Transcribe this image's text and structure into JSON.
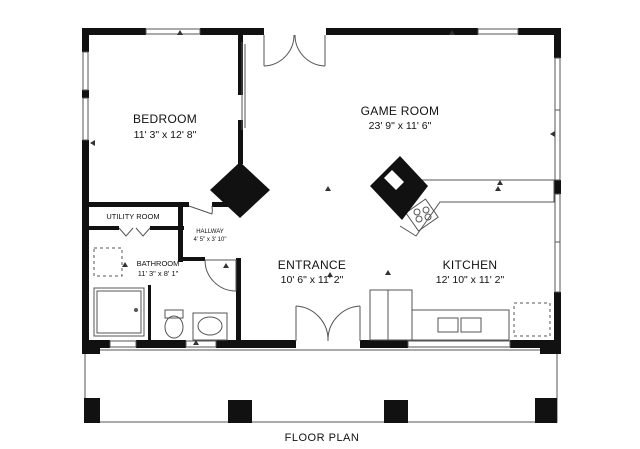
{
  "caption": "FLOOR PLAN",
  "rooms": {
    "bedroom": {
      "name": "BEDROOM",
      "dims": "11' 3\" x 12' 8\""
    },
    "game_room": {
      "name": "GAME ROOM",
      "dims": "23' 9\" x 11' 6\""
    },
    "utility_room": {
      "name": "UTILITY ROOM"
    },
    "hallway": {
      "name": "HALLWAY",
      "dims": "4' 5\" x 3' 10\""
    },
    "bathroom": {
      "name": "BATHROOM",
      "dims": "11' 3\" x 8' 1\""
    },
    "entrance": {
      "name": "ENTRANCE",
      "dims": "10' 6\" x 11' 2\""
    },
    "kitchen": {
      "name": "KITCHEN",
      "dims": "12' 10\" x 11' 2\""
    }
  },
  "colors": {
    "wall": "#111111",
    "line": "#555555",
    "background": "#ffffff"
  }
}
